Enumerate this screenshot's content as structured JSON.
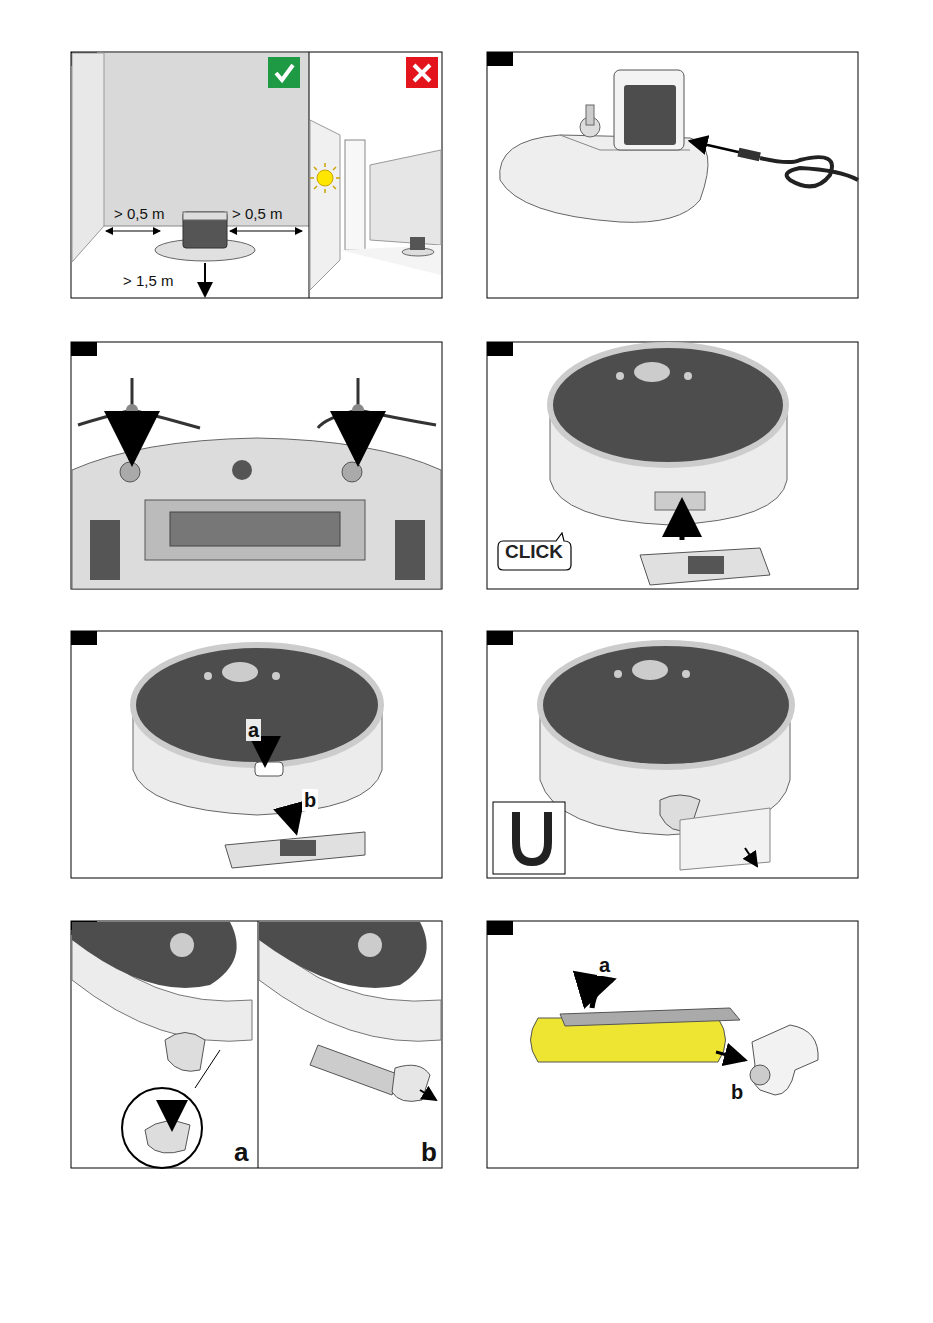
{
  "diagram": {
    "nodes": [
      {
        "text": [
          "CLICK"
        ]
      }
    ],
    "labels": [
      "> 0,5 m",
      "> 0,5 m",
      "> 1,5 m",
      "a",
      "b",
      "a",
      "b",
      "a",
      "b"
    ]
  }
}
